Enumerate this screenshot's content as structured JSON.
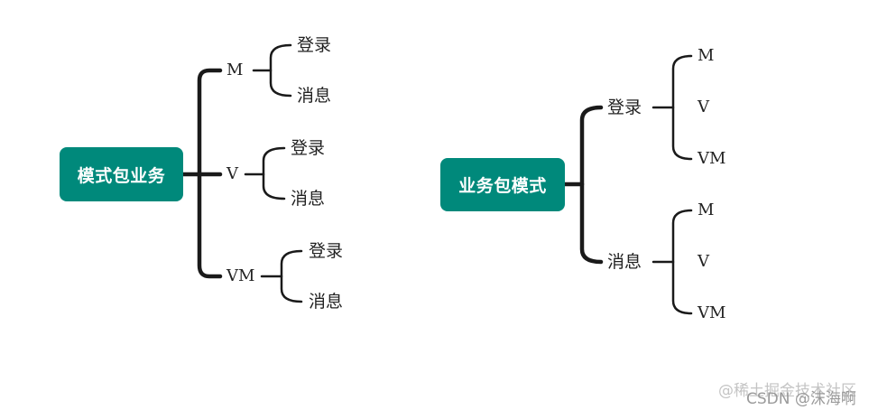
{
  "diagrams": [
    {
      "root": "模式包业务",
      "branches": [
        {
          "label": "M",
          "children": [
            "登录",
            "消息"
          ]
        },
        {
          "label": "V",
          "children": [
            "登录",
            "消息"
          ]
        },
        {
          "label": "VM",
          "children": [
            "登录",
            "消息"
          ]
        }
      ]
    },
    {
      "root": "业务包模式",
      "branches": [
        {
          "label": "登录",
          "children": [
            "M",
            "V",
            "VM"
          ]
        },
        {
          "label": "消息",
          "children": [
            "M",
            "V",
            "VM"
          ]
        }
      ]
    }
  ],
  "watermark": {
    "primary": "@稀土掘金技术社区",
    "secondary": "CSDN @沫海啊"
  },
  "colors": {
    "root_fill": "#00897B",
    "connector": "#1a1a1a",
    "text": "#222222"
  }
}
